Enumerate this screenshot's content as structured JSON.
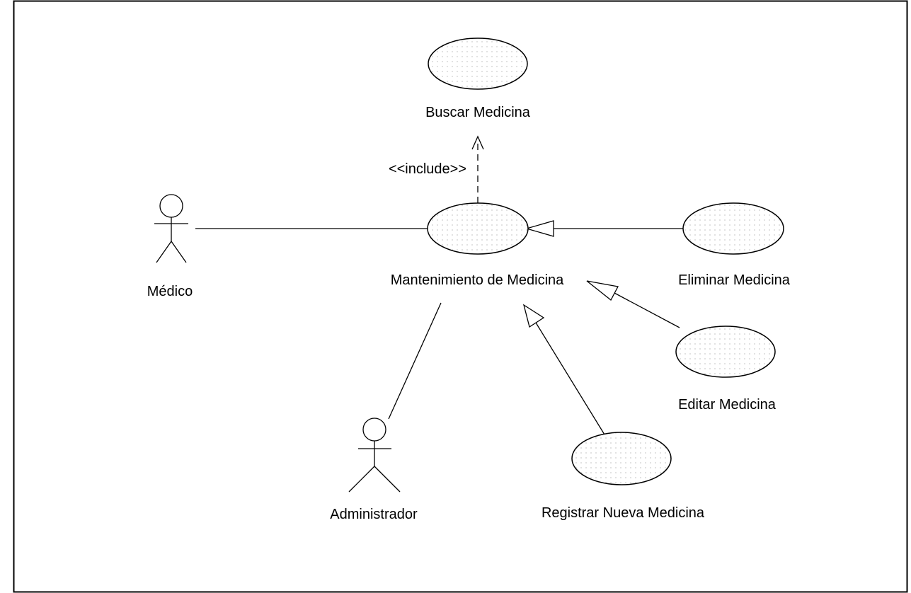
{
  "use_cases": {
    "buscar": "Buscar Medicina",
    "mantenimiento": "Mantenimiento de Medicina",
    "eliminar": "Eliminar Medicina",
    "editar": "Editar Medicina",
    "registrar": "Registrar Nueva Medicina"
  },
  "actors": {
    "medico": "Médico",
    "administrador": "Administrador"
  },
  "relations": {
    "include_label": "<<include>>"
  }
}
